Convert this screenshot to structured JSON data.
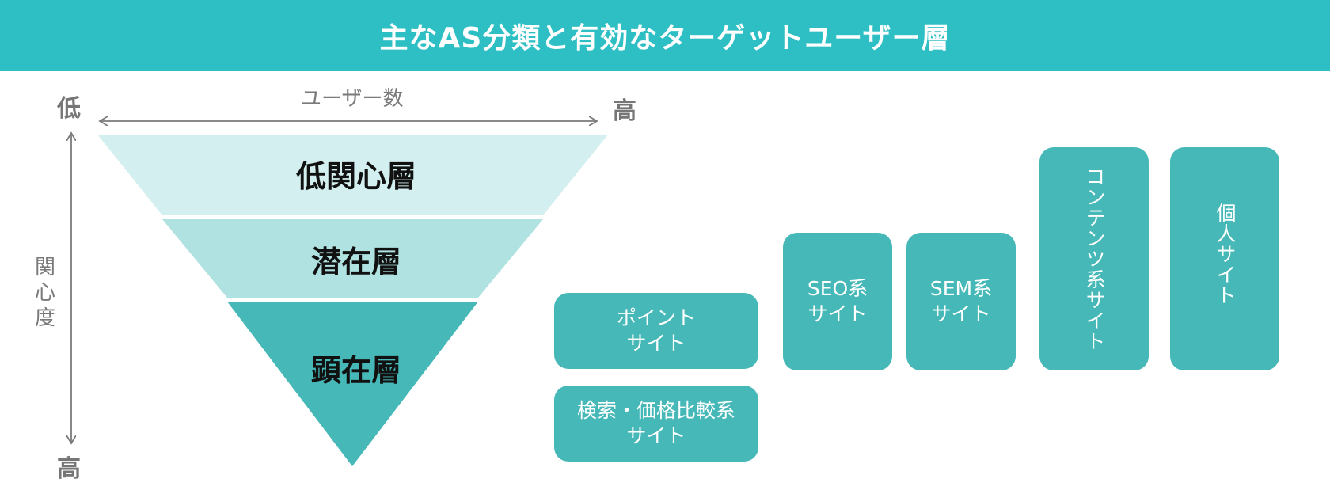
{
  "header": {
    "title": "主なAS分類と有効なターゲットユーザー層"
  },
  "funnel": {
    "horizontal_axis": {
      "title": "ユーザー数",
      "low": "低",
      "high": "高"
    },
    "vertical_axis": {
      "title": "関心度",
      "high": "高"
    },
    "tiers": [
      {
        "label": "低関心層",
        "color": "#d4efef"
      },
      {
        "label": "潜在層",
        "color": "#b0e2e2"
      },
      {
        "label": "顕在層",
        "color": "#47b8b8"
      }
    ]
  },
  "categories": [
    {
      "label": "ポイント\nサイト"
    },
    {
      "label": "検索・価格比較系\nサイト"
    },
    {
      "label": "SEO系\nサイト"
    },
    {
      "label": "SEM系\nサイト"
    },
    {
      "label": "コンテンツ系サイト"
    },
    {
      "label": "個人サイト"
    }
  ],
  "colors": {
    "header": "#2dbfc3",
    "box": "#47b8b8",
    "axis": "#7a7a7a"
  }
}
